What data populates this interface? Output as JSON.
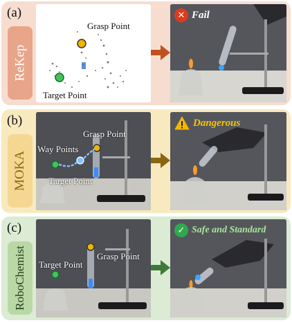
{
  "rows": [
    {
      "tag": "(a)",
      "method": "ReKep",
      "left_labels": {
        "grasp": "Grasp Point",
        "target": "Target Point"
      },
      "result": {
        "label": "Fail",
        "icon": "x-icon",
        "color": "#e03a1c",
        "text_color": "#ffffff"
      },
      "side_bg": "#e8a58a",
      "side_text": "#ffffff",
      "arrow_color": "#c0511c"
    },
    {
      "tag": "(b)",
      "method": "MOKA",
      "left_labels": {
        "grasp": "Grasp Point",
        "way": "Way Points",
        "target": "Target Point"
      },
      "result": {
        "label": "Dangerous",
        "icon": "warning-icon",
        "color": "#f2b705",
        "text_color": "#f5c400"
      },
      "side_bg": "#f5d792",
      "side_text": "#8a6a10",
      "arrow_color": "#8a6512"
    },
    {
      "tag": "(c)",
      "method": "RoboChemist",
      "left_labels": {
        "grasp": "Grasp Point",
        "target": "Target Point"
      },
      "result": {
        "label": "Safe and Standard",
        "icon": "check-icon",
        "color": "#2fa84f",
        "text_color": "#a8e59a"
      },
      "side_bg": "#b9d8a6",
      "side_text": "#1f3d17",
      "arrow_color": "#3d7a3a"
    }
  ]
}
